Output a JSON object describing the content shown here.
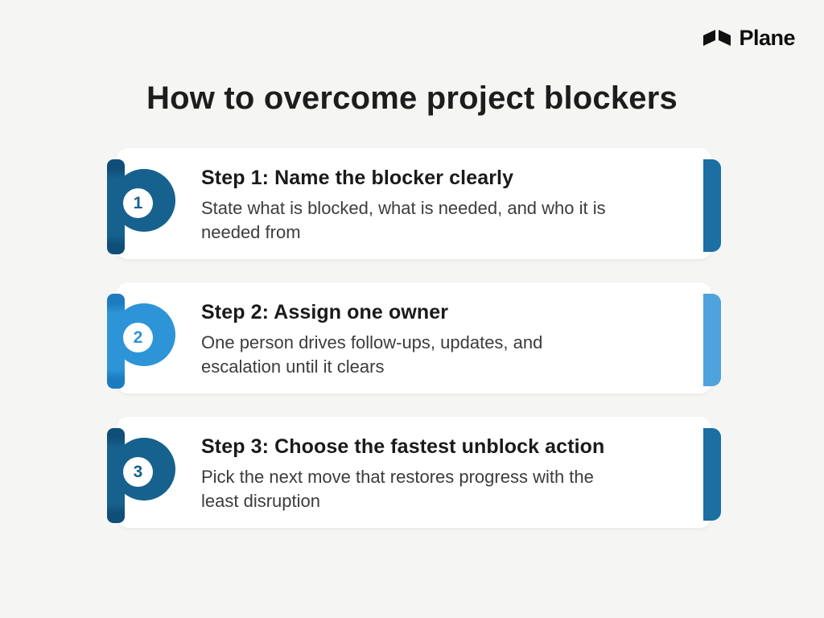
{
  "page": {
    "background": "#f5f5f3",
    "title": "How to overcome project blockers"
  },
  "brand": {
    "name": "Plane",
    "logo_color": "#111111"
  },
  "colors": {
    "dark_blue": "#17618F",
    "dark_blue_deep": "#0F4E77",
    "dark_accent": "#1C6FA3",
    "light_blue": "#2E94D8",
    "light_blue_deep": "#1D7BBF",
    "light_accent": "#4FA3DD"
  },
  "steps": [
    {
      "number": "1",
      "theme": "dark",
      "title": "Step 1: Name the blocker clearly",
      "description": "State what is blocked, what is needed, and who it is\nneeded from"
    },
    {
      "number": "2",
      "theme": "light",
      "title": "Step 2: Assign one owner",
      "description": "One person drives follow-ups, updates, and\nescalation until it clears"
    },
    {
      "number": "3",
      "theme": "dark",
      "title": "Step 3: Choose the fastest unblock action",
      "description": "Pick the next move that restores progress with the\nleast disruption"
    }
  ]
}
